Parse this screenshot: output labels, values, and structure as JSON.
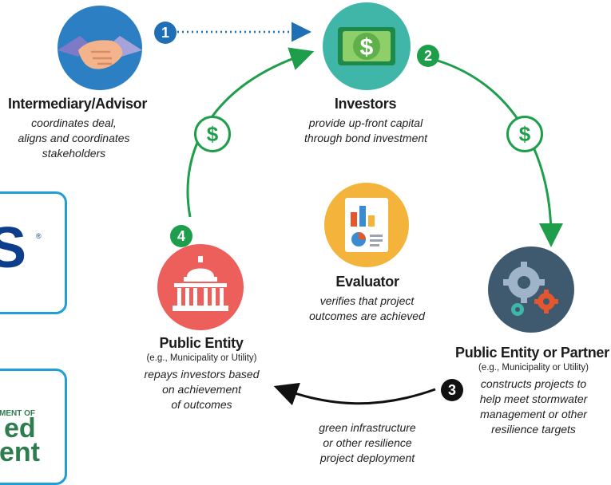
{
  "nodes": {
    "intermediary": {
      "title": "Intermediary/Advisor",
      "desc": [
        "coordinates deal,",
        "aligns and coordinates",
        "stakeholders"
      ]
    },
    "investors": {
      "title": "Investors",
      "desc": [
        "provide up-front capital",
        "through bond investment"
      ]
    },
    "evaluator": {
      "title": "Evaluator",
      "desc": [
        "verifies that project",
        "outcomes are achieved"
      ]
    },
    "public_entity": {
      "title": "Public Entity",
      "paren": "(e.g., Municipality or Utility)",
      "desc": [
        "repays investors based",
        "on achievement",
        "of outcomes"
      ]
    },
    "partner": {
      "title": "Public Entity or Partner",
      "paren": "(e.g., Municipality or Utility)",
      "desc": [
        "constructs projects to",
        "help meet stormwater",
        "management or other",
        "resilience targets"
      ]
    }
  },
  "steps": [
    "1",
    "2",
    "3",
    "4"
  ],
  "flow_label": [
    "green infrastructure",
    "or other resilience",
    "project deployment"
  ],
  "dollar_symbol": "$",
  "logos": {
    "top_fragment": "S",
    "registered": "®",
    "bottom_small": "MENT OF",
    "bottom_big_1": "ed",
    "bottom_big_2": "ent"
  },
  "colors": {
    "green": "#1e9e4a",
    "blue": "#1f6fb5",
    "logo_border": "#1f9ed8",
    "logo_navy": "#0d3e8c",
    "logo_green": "#2e7d4f"
  },
  "icons": {
    "intermediary": "handshake-icon",
    "investors": "dollar-bill-icon",
    "evaluator": "report-chart-icon",
    "public_entity": "capitol-building-icon",
    "partner": "gears-icon"
  }
}
